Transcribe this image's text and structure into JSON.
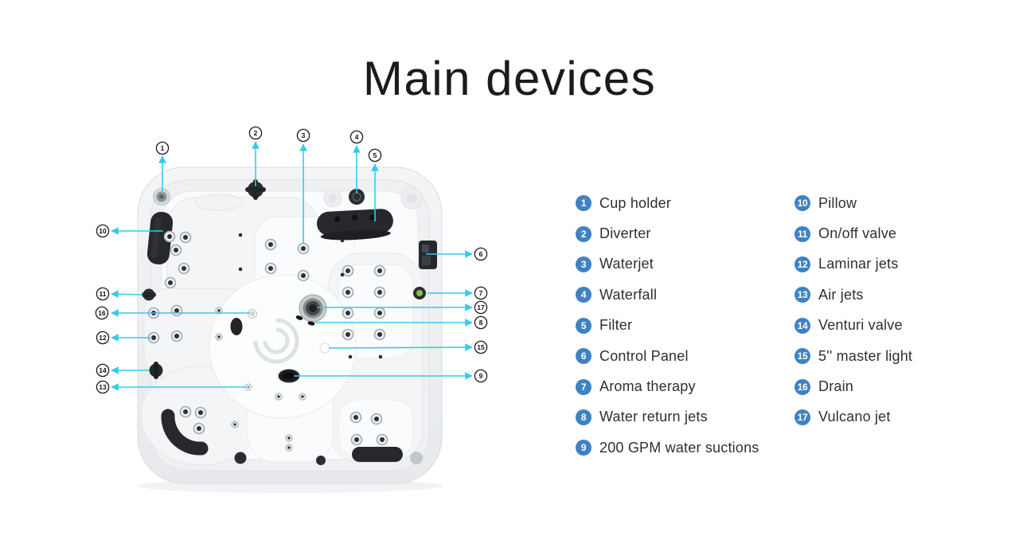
{
  "title": "Main devices",
  "colors": {
    "badge_blue": "#3e82c4",
    "leader_line_cyan": "#35cbec",
    "title_color": "#1b1b1b",
    "label_color": "#2d3034"
  },
  "legend": {
    "left": [
      {
        "number": "1",
        "label": "Cup holder"
      },
      {
        "number": "2",
        "label": "Diverter"
      },
      {
        "number": "3",
        "label": "Waterjet"
      },
      {
        "number": "4",
        "label": "Waterfall"
      },
      {
        "number": "5",
        "label": "Filter"
      },
      {
        "number": "6",
        "label": "Control Panel"
      },
      {
        "number": "7",
        "label": "Aroma therapy"
      },
      {
        "number": "8",
        "label": "Water return jets"
      },
      {
        "number": "9",
        "label": "200 GPM water suctions"
      }
    ],
    "right": [
      {
        "number": "10",
        "label": "Pillow"
      },
      {
        "number": "11",
        "label": "On/off valve"
      },
      {
        "number": "12",
        "label": "Laminar jets"
      },
      {
        "number": "13",
        "label": "Air jets"
      },
      {
        "number": "14",
        "label": "Venturi valve"
      },
      {
        "number": "15",
        "label": "5'' master light"
      },
      {
        "number": "16",
        "label": "Drain"
      },
      {
        "number": "17",
        "label": "Vulcano jet"
      }
    ]
  },
  "diagram": {
    "subject": "Hot tub top view",
    "callouts": [
      {
        "number": "1",
        "part": "Cup holder"
      },
      {
        "number": "2",
        "part": "Diverter"
      },
      {
        "number": "3",
        "part": "Waterjet"
      },
      {
        "number": "4",
        "part": "Waterfall"
      },
      {
        "number": "5",
        "part": "Filter"
      },
      {
        "number": "6",
        "part": "Control Panel"
      },
      {
        "number": "7",
        "part": "Aroma therapy"
      },
      {
        "number": "8",
        "part": "Water return jets"
      },
      {
        "number": "9",
        "part": "200 GPM water suctions"
      },
      {
        "number": "10",
        "part": "Pillow"
      },
      {
        "number": "11",
        "part": "On/off valve"
      },
      {
        "number": "12",
        "part": "Laminar jets"
      },
      {
        "number": "13",
        "part": "Air jets"
      },
      {
        "number": "14",
        "part": "Venturi valve"
      },
      {
        "number": "15",
        "part": "5'' master light"
      },
      {
        "number": "16",
        "part": "Drain"
      },
      {
        "number": "17",
        "part": "Vulcano jet"
      }
    ]
  }
}
